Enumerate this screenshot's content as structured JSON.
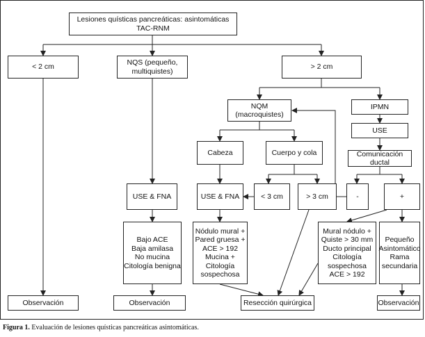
{
  "diagram": {
    "root": {
      "line1": "Lesiones quísticas pancreáticas: asintomáticas",
      "line2": "TAC-RNM"
    },
    "lt2": "< 2 cm",
    "nqs": {
      "line1": "NQS (pequeño,",
      "line2": "multiquistes)"
    },
    "gt2": "> 2 cm",
    "nqm": {
      "line1": "NQM",
      "line2": "(macroquistes)"
    },
    "ipmn": "IPMN",
    "use_ipmn": "USE",
    "com_ductal": "Comunicación ductal",
    "cabeza": "Cabeza",
    "cuerpo_cola": "Cuerpo y cola",
    "minus": "-",
    "plus": "+",
    "use_fna_left": "USE & FNA",
    "use_fna_mid": "USE & FNA",
    "lt3": "< 3 cm",
    "gt3": "> 3 cm",
    "benign": [
      "Bajo ACE",
      "Baja amilasa",
      "No mucina",
      "Citología benigna"
    ],
    "suspicious": [
      "Nódulo mural +",
      "Pared gruesa +",
      "ACE > 192",
      "Mucina +",
      "Citología",
      "sospechosa"
    ],
    "mural": [
      "Mural nódulo +",
      "Quiste > 30 mm",
      "Ducto principal",
      "Citología",
      "sospechosa",
      "ACE > 192"
    ],
    "small": [
      "Pequeño",
      "Asintomático",
      "Rama",
      "secundaria"
    ],
    "obs1": "Observación",
    "obs2": "Observación",
    "obs3": "Observación",
    "reseccion": "Resección quirúrgica"
  },
  "caption": {
    "label": "Figura 1.",
    "text": " Evaluación de lesiones quísticas pancreáticas asintomáticas."
  }
}
